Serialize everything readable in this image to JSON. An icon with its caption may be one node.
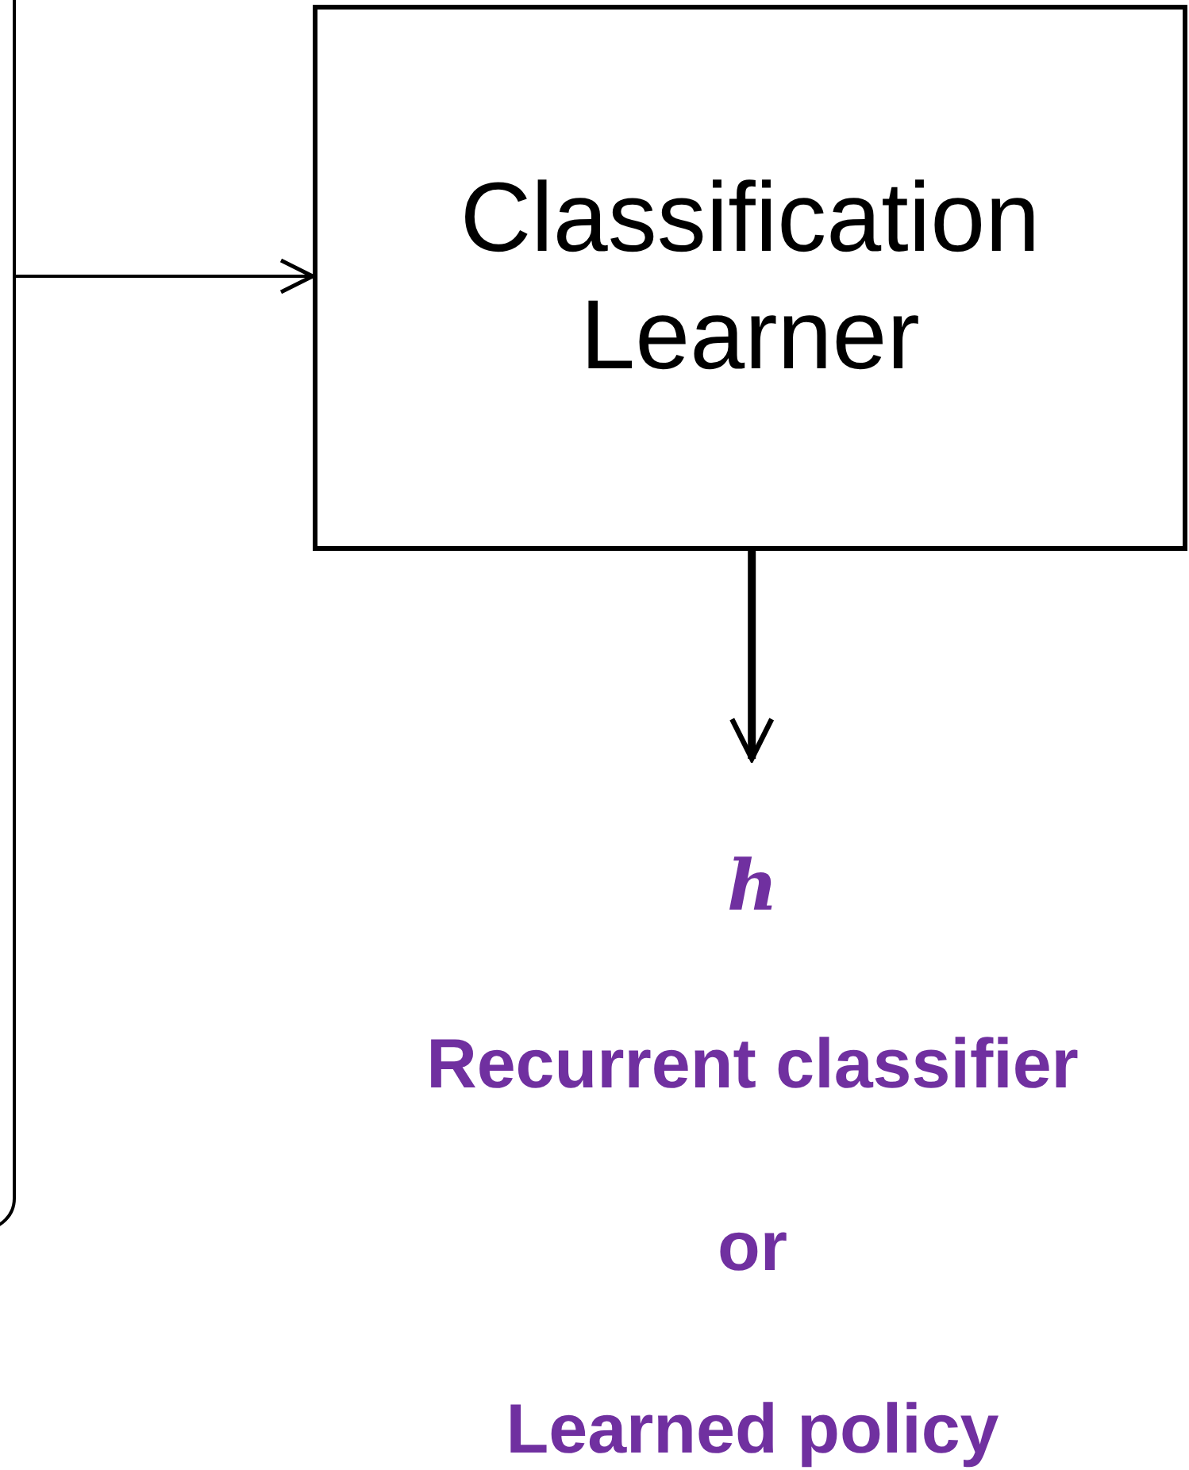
{
  "diagram": {
    "nodes": [
      {
        "text": [],
        "shape": "box"
      },
      {
        "text": [
          "Classification Learner"
        ]
      },
      {
        "text": [
          "h",
          "Recurrent classifier",
          "or",
          "Learned policy"
        ]
      }
    ],
    "edges": [
      {
        "from": 0,
        "to": 1,
        "arrow": "to"
      },
      {
        "from": 1,
        "to": 2,
        "arrow": "to",
        "style": "thick"
      }
    ]
  }
}
